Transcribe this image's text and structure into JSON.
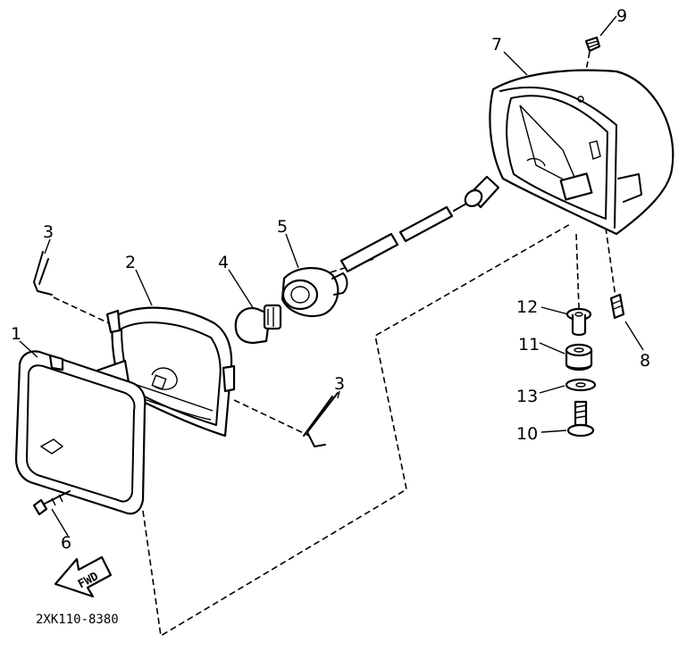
{
  "diagram": {
    "callouts": [
      "1",
      "2",
      "3",
      "3",
      "4",
      "5",
      "6",
      "7",
      "8",
      "9",
      "10",
      "11",
      "12",
      "13"
    ],
    "fwd_label": "FWD",
    "drawing_code": "2XK110-8380"
  }
}
